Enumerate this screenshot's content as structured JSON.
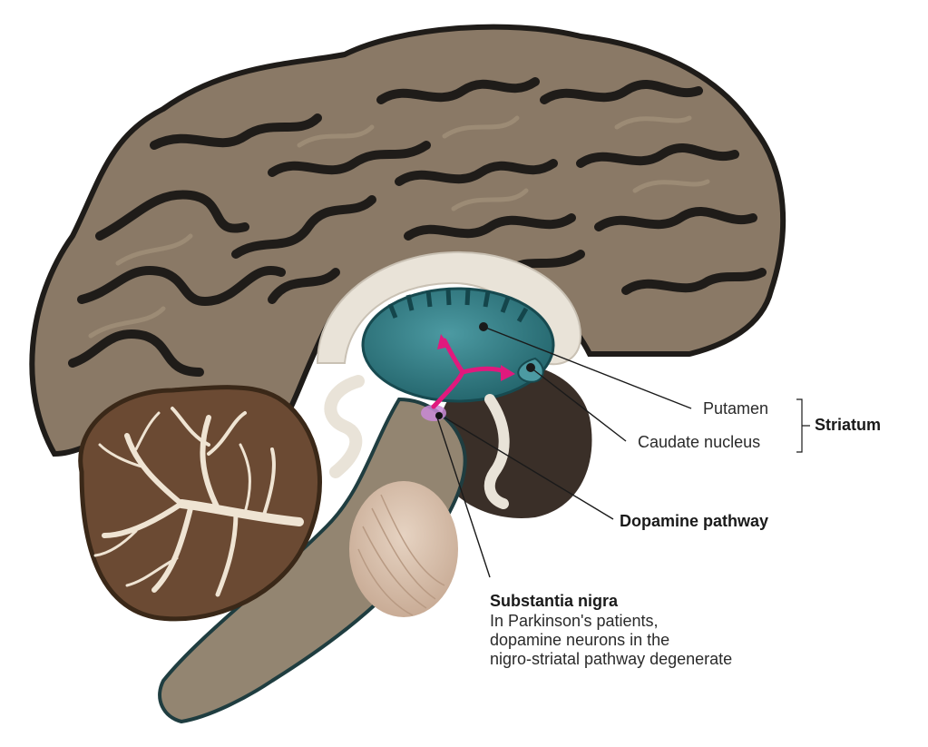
{
  "labels": {
    "putamen": "Putamen",
    "caudate": "Caudate nucleus",
    "striatum": "Striatum",
    "dopamine_pathway": "Dopamine pathway",
    "substantia_title": "Substantia nigra",
    "substantia_desc": [
      "In Parkinson's patients,",
      "dopamine neurons in the",
      "nigro-striatal pathway degenerate"
    ]
  },
  "colors": {
    "cortex": "#8a7966",
    "sulcus": "#1f1c19",
    "cerebellum": "#6b4a33",
    "white_matter": "#e9e3d8",
    "striatum": "#2f7d86",
    "brainstem": "#938571",
    "pons": "#d8c0ac",
    "pathway": "#e0197d",
    "dark_region": "#3a2f28"
  }
}
